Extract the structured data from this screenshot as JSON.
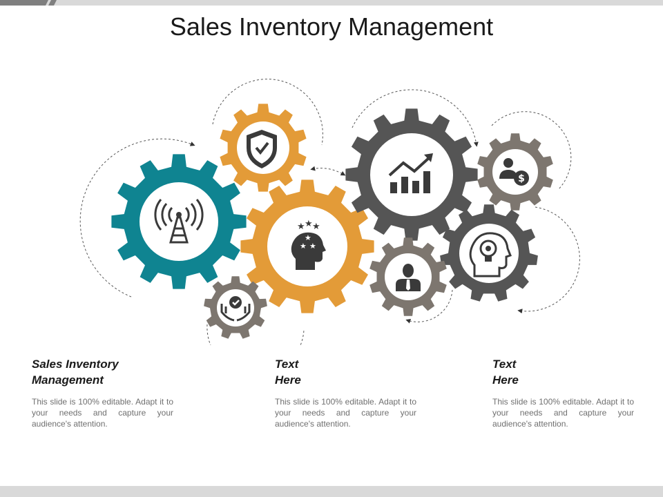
{
  "title": "Sales Inventory Management",
  "colors": {
    "teal": "#0f8491",
    "orange": "#e39b38",
    "dark_gray": "#555555",
    "taupe": "#7d766f",
    "icon": "#3a3a3a",
    "top_bar_light": "#d9d9d9",
    "top_bar_dark": "#7f7f7f"
  },
  "gears": [
    {
      "name": "antenna",
      "icon": "radio-tower-icon",
      "color": "teal"
    },
    {
      "name": "shield",
      "icon": "shield-check-icon",
      "color": "orange"
    },
    {
      "name": "mind",
      "icon": "head-stars-icon",
      "color": "orange"
    },
    {
      "name": "chart",
      "icon": "growth-chart-icon",
      "color": "dark_gray"
    },
    {
      "name": "money",
      "icon": "person-dollar-icon",
      "color": "taupe"
    },
    {
      "name": "idea",
      "icon": "lightbulb-head-icon",
      "color": "dark_gray"
    },
    {
      "name": "person",
      "icon": "businessman-icon",
      "color": "taupe"
    },
    {
      "name": "care",
      "icon": "hands-check-icon",
      "color": "taupe"
    }
  ],
  "columns": [
    {
      "heading_line1": "Sales Inventory",
      "heading_line2": "Management",
      "body": "This slide is 100% editable. Adapt it to your needs and capture your audience's attention."
    },
    {
      "heading_line1": "Text",
      "heading_line2": "Here",
      "body": "This slide is 100% editable. Adapt it to your needs and capture your audience's attention."
    },
    {
      "heading_line1": "Text",
      "heading_line2": "Here",
      "body": "This slide is 100% editable. Adapt it to your needs and capture your audience's attention."
    }
  ]
}
